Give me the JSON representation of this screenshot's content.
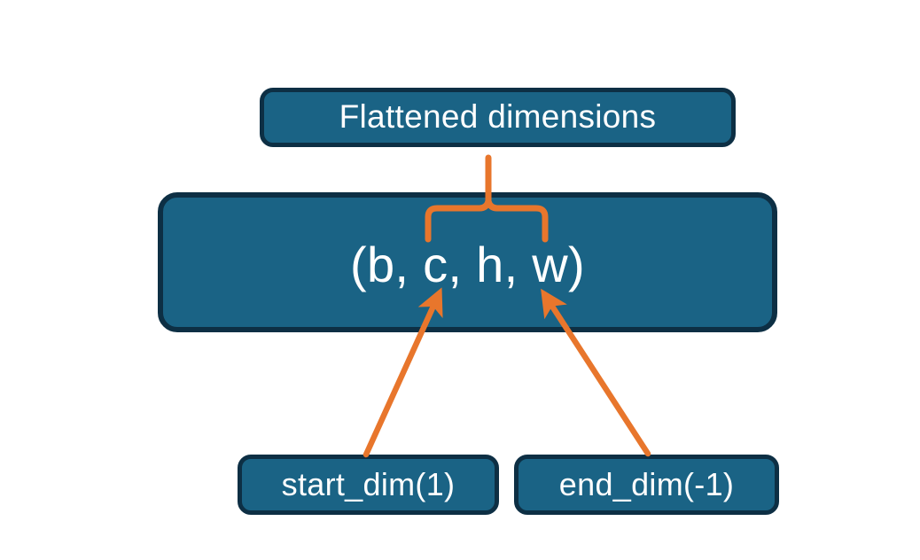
{
  "diagram": {
    "title": "Flatten dimensions annotation diagram",
    "background_color": "#ffffff",
    "node_fill_color": "#1a6385",
    "node_border_color": "#0d2f44",
    "node_text_color": "#ffffff",
    "connector_color": "#e8762c",
    "nodes": {
      "flattened": {
        "label": "Flattened dimensions"
      },
      "shape": {
        "label": "(b, c, h, w)"
      },
      "start_dim": {
        "label": "start_dim(1)"
      },
      "end_dim": {
        "label": "end_dim(-1)"
      }
    },
    "connectors": [
      {
        "name": "brace-flattened-to-shape",
        "kind": "curly-brace",
        "from": "shape",
        "to": "flattened"
      },
      {
        "name": "arrow-start-dim-to-shape",
        "kind": "arrow",
        "from": "start_dim",
        "to": "shape"
      },
      {
        "name": "arrow-end-dim-to-shape",
        "kind": "arrow",
        "from": "end_dim",
        "to": "shape"
      }
    ]
  }
}
